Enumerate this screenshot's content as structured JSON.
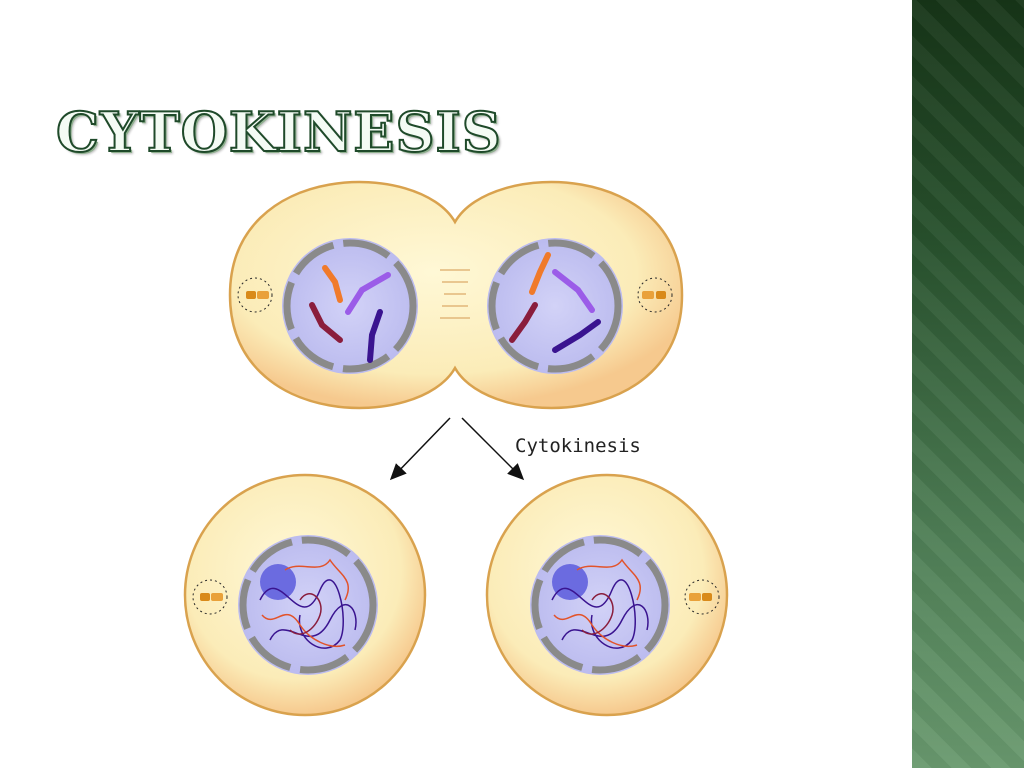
{
  "slide": {
    "title": "Cytokinesis",
    "diagram_label": "Cytokinesis",
    "icon": "cell-division-diagram"
  },
  "colors": {
    "title_fill": "#f4fbf4",
    "title_outline": "#1f4a2a",
    "cytoplasm": "#fbf0c2",
    "cell_outline": "#d9a24e",
    "nucleus": "#c5c5f2",
    "nuclear_envelope": "#8a8a8a",
    "side_band_top": "#173518",
    "side_band_bottom": "#6a9a6f"
  }
}
